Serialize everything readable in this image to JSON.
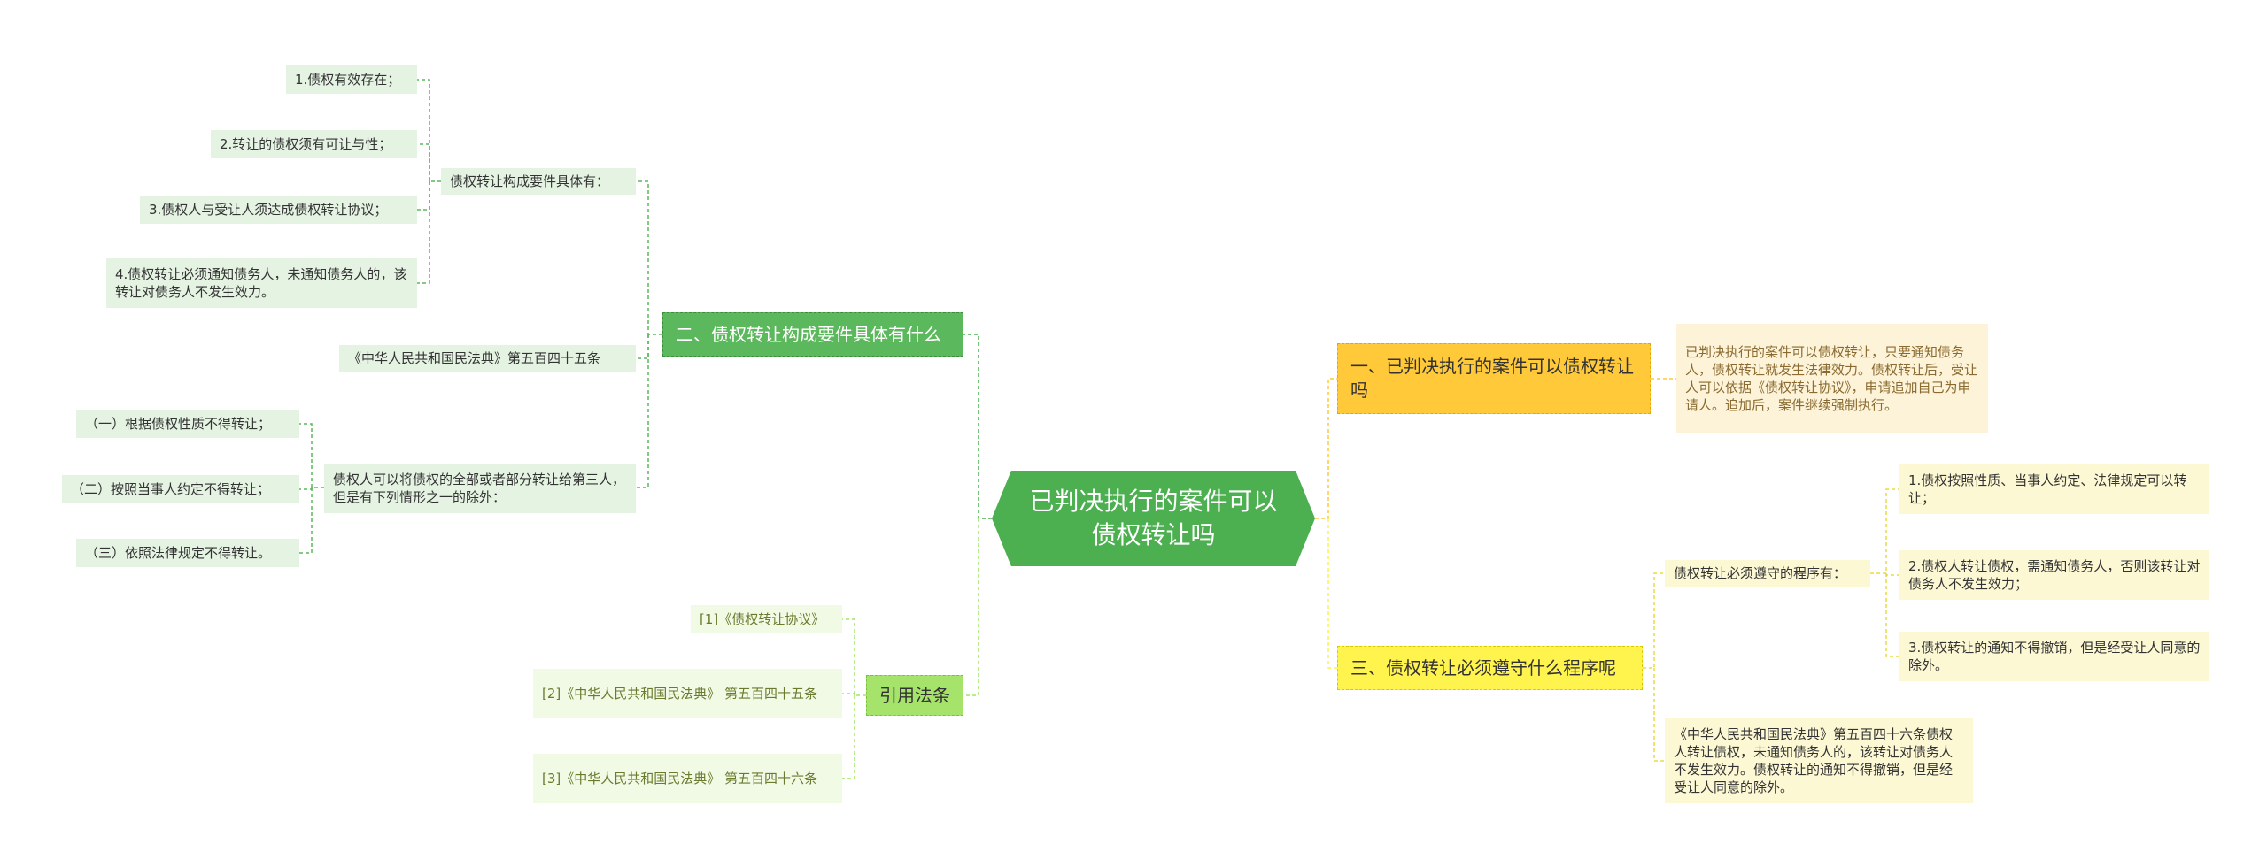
{
  "central": "已判决执行的案件可以债权转让吗",
  "branch2": {
    "label": "二、债权转让构成要件具体有什么",
    "requirements": {
      "label": "债权转让构成要件具体有：",
      "items": [
        "1.债权有效存在；",
        "2.转让的债权须有可让与性；",
        "3.债权人与受让人须达成债权转让协议；",
        "4.债权转让必须通知债务人，未通知债务人的，该转让对债务人不发生效力。"
      ]
    },
    "law": "《中华人民共和国民法典》第五百四十五条",
    "exceptions": {
      "label": "债权人可以将债权的全部或者部分转让给第三人，但是有下列情形之一的除外：",
      "items": [
        "（一）根据债权性质不得转让；",
        "（二）按照当事人约定不得转让；",
        "（三）依照法律规定不得转让。"
      ]
    }
  },
  "citations": {
    "label": "引用法条",
    "items": [
      "[1]《债权转让协议》",
      "[2]《中华人民共和国民法典》 第五百四十五条",
      "[3]《中华人民共和国民法典》 第五百四十六条"
    ]
  },
  "branch1": {
    "label": "一、已判决执行的案件可以债权转让吗",
    "detail": "已判决执行的案件可以债权转让，只要通知债务人，债权转让就发生法律效力。债权转让后，受让人可以依据《债权转让协议》，申请追加自己为申请人。追加后，案件继续强制执行。"
  },
  "branch3": {
    "label": "三、债权转让必须遵守什么程序呢",
    "procedure": {
      "label": "债权转让必须遵守的程序有：",
      "items": [
        "1.债权按照性质、当事人约定、法律规定可以转让；",
        "2.债权人转让债权，需通知债务人，否则该转让对债务人不发生效力；",
        "3.债权转让的通知不得撤销，但是经受让人同意的除外。"
      ]
    },
    "law": "《中华人民共和国民法典》第五百四十六条债权人转让债权，未通知债务人的，该转让对债务人不发生效力。债权转让的通知不得撤销，但是经受让人同意的除外。"
  },
  "colors": {
    "central": "#4caf50",
    "branch_green": "#5cb85c",
    "branch_orange": "#ffc939",
    "branch_yellow": "#fff34d",
    "branch_lime": "#a5e36a"
  }
}
